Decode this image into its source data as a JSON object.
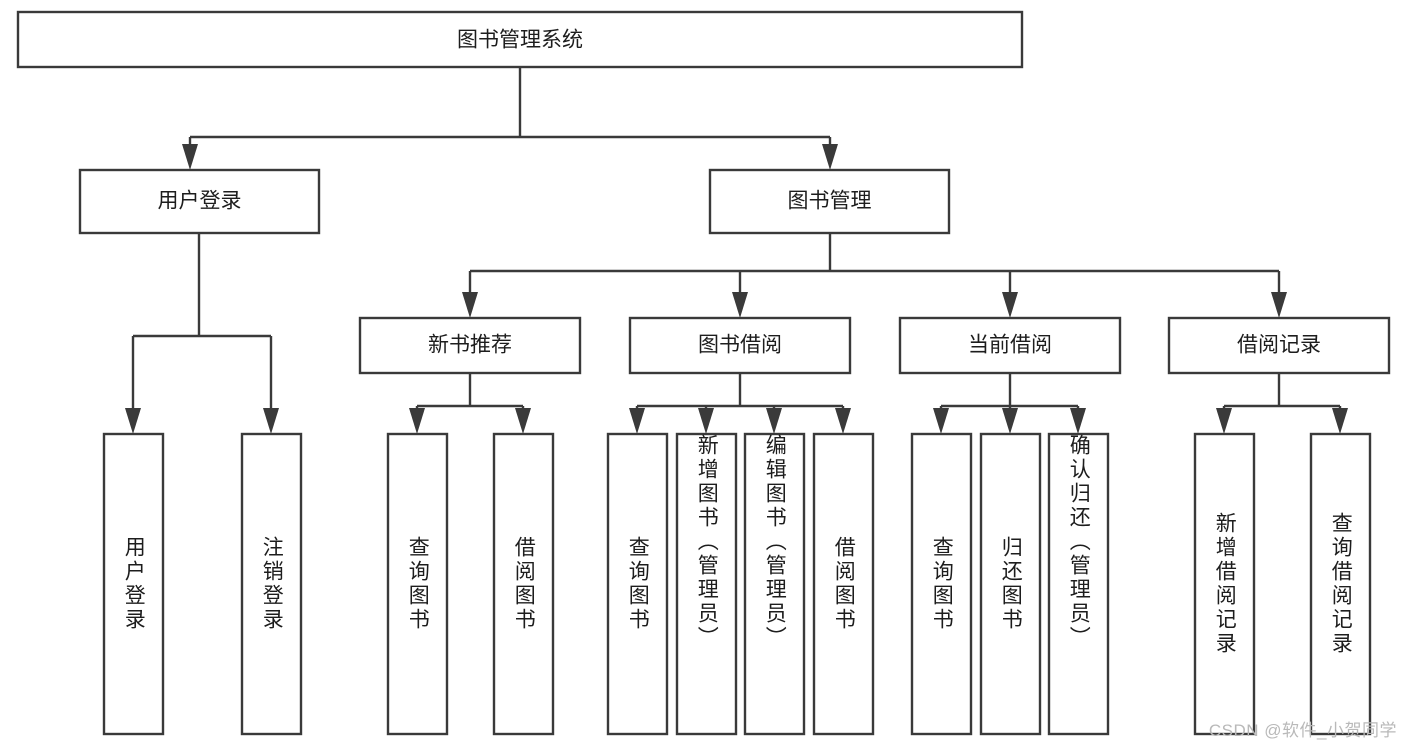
{
  "diagram": {
    "type": "tree-hierarchy",
    "title": "图书管理系统",
    "watermark": "CSDN @软件_小贺同学",
    "colors": {
      "stroke": "#3a3a3a",
      "fill": "#ffffff",
      "text": "#1d1d1d",
      "watermark": "#b9b9b9",
      "background": "#ffffff"
    },
    "root": {
      "label": "图书管理系统",
      "orientation": "horizontal"
    },
    "level2": [
      {
        "label": "用户登录",
        "orientation": "horizontal"
      },
      {
        "label": "图书管理",
        "orientation": "horizontal"
      }
    ],
    "level3": [
      {
        "label": "新书推荐",
        "orientation": "horizontal"
      },
      {
        "label": "图书借阅",
        "orientation": "horizontal"
      },
      {
        "label": "当前借阅",
        "orientation": "horizontal"
      },
      {
        "label": "借阅记录",
        "orientation": "horizontal"
      }
    ],
    "leaves": {
      "user_login": [
        {
          "label": "用户登录",
          "orientation": "vertical"
        },
        {
          "label": "注销登录",
          "orientation": "vertical"
        }
      ],
      "new_book_recommend": [
        {
          "label": "查询图书",
          "orientation": "vertical"
        },
        {
          "label": "借阅图书",
          "orientation": "vertical"
        }
      ],
      "book_borrow": [
        {
          "label": "查询图书",
          "orientation": "vertical"
        },
        {
          "label": "新增图书（管理员）",
          "orientation": "vertical"
        },
        {
          "label": "编辑图书（管理员）",
          "orientation": "vertical"
        },
        {
          "label": "借阅图书",
          "orientation": "vertical"
        }
      ],
      "current_borrow": [
        {
          "label": "查询图书",
          "orientation": "vertical"
        },
        {
          "label": "归还图书",
          "orientation": "vertical"
        },
        {
          "label": "确认归还（管理员）",
          "orientation": "vertical"
        }
      ],
      "borrow_record": [
        {
          "label": "新增借阅记录",
          "orientation": "vertical"
        },
        {
          "label": "查询借阅记录",
          "orientation": "vertical"
        }
      ]
    }
  }
}
